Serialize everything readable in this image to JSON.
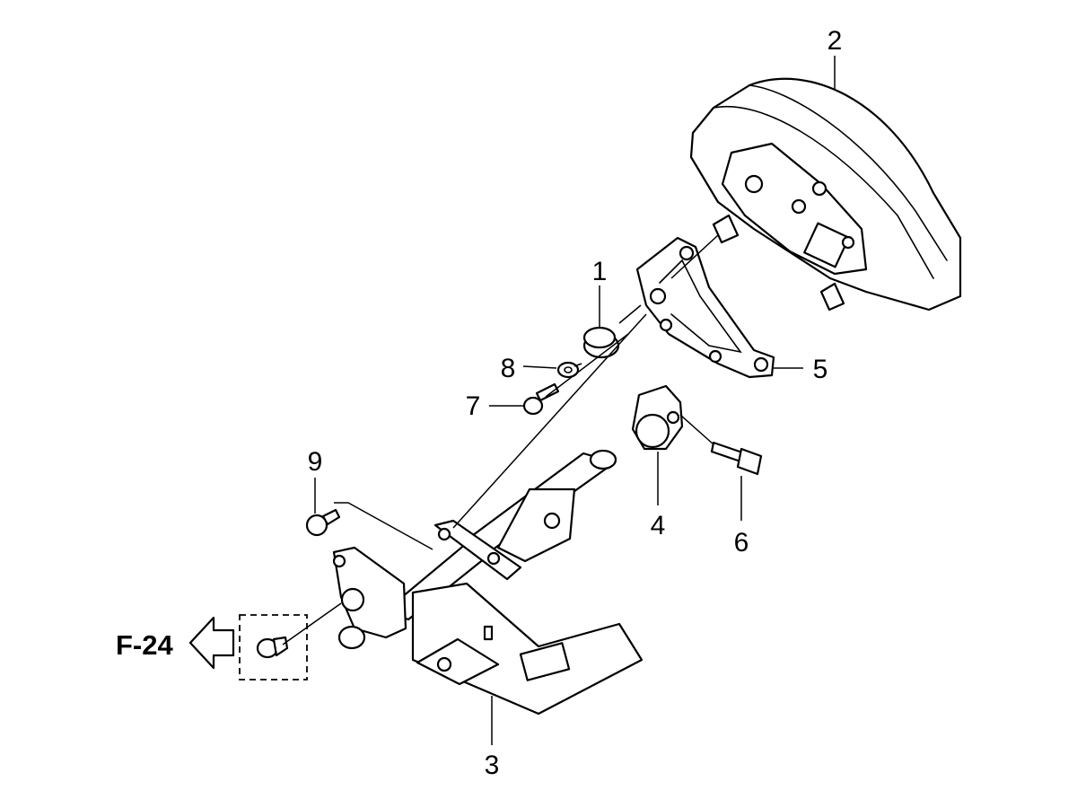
{
  "callouts": [
    "2",
    "1",
    "8",
    "5",
    "7",
    "9",
    "4",
    "6",
    "3"
  ],
  "reference": {
    "label": "F-24"
  },
  "colors": {
    "line": "#000000",
    "background": "#ffffff"
  }
}
